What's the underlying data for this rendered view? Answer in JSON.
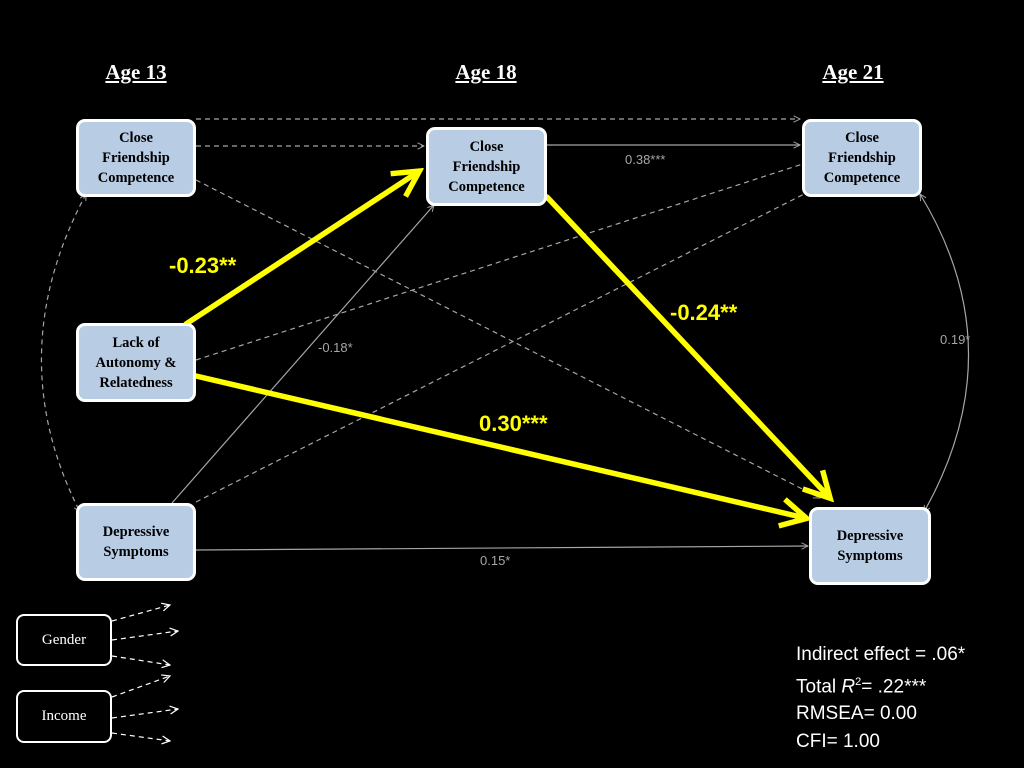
{
  "waves": [
    "Age 13",
    "Age 18",
    "Age 21"
  ],
  "nodes": {
    "cfc13": "Close\nFriendship\nCompetence",
    "cfc18": "Close\nFriendship\nCompetence",
    "cfc21": "Close\nFriendship\nCompetence",
    "autonomy13": "Lack of\nAutonomy &\nRelatedness",
    "depr13": "Depressive\nSymptoms",
    "depr21": "Depressive\nSymptoms"
  },
  "controls": [
    "Gender",
    "Income"
  ],
  "coefficients": {
    "autonomy13_to_cfc18": "-0.23**",
    "cfc18_to_depr21": "-0.24**",
    "autonomy13_to_depr21": "0.30***",
    "cfc18_to_cfc21": "0.38***",
    "depr13_to_cfc18": "-0.18*",
    "cfc21_with_depr21": "0.19*",
    "depr13_to_depr21": "0.15*"
  },
  "stats": {
    "indirect": "Indirect effect = .06*",
    "total_r2_prefix": "Total ",
    "total_r2_symbol": "R",
    "total_r2_sup": "2",
    "total_r2_suffix": "= .22***",
    "rmsea": "RMSEA= 0.00",
    "cfi": "CFI= 1.00"
  },
  "colors": {
    "highlight": "#ffff00",
    "node_fill": "#b8cce4",
    "node_border": "#ffffff",
    "background": "#000000",
    "minor_path": "#a6a6a6"
  }
}
